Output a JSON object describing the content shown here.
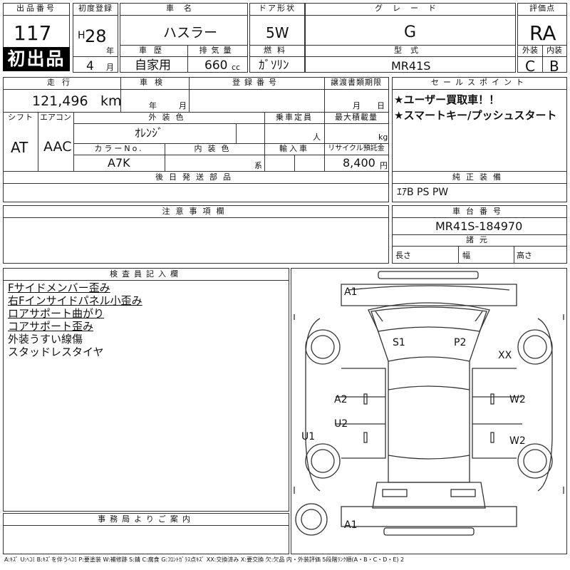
{
  "header": {
    "lot_no": {
      "label": "出品番号",
      "value": "117"
    },
    "first_listing": "初出品",
    "first_reg": {
      "label": "初度登録",
      "era": "H",
      "year": "28",
      "year_unit": "年",
      "month": "4",
      "month_unit": "月"
    },
    "car_name": {
      "label": "車名",
      "value": "ハスラー"
    },
    "car_history": {
      "label": "車歴",
      "value": "自家用"
    },
    "displacement": {
      "label": "排気量",
      "value": "660",
      "unit": "cc"
    },
    "door": {
      "label": "ドア形状",
      "value": "5W"
    },
    "fuel": {
      "label": "燃料",
      "value": "ｶﾞｿﾘﾝ"
    },
    "grade": {
      "label": "グレード",
      "value": "G"
    },
    "model_code": {
      "label": "型式",
      "value": "MR41S"
    },
    "score": {
      "label": "評価点",
      "value": "RA"
    },
    "exterior": {
      "label": "外装",
      "value": "C"
    },
    "interior": {
      "label": "内装",
      "value": "B"
    }
  },
  "details": {
    "mileage": {
      "label": "走行",
      "value": "121,496",
      "unit": "km"
    },
    "inspection": {
      "label": "車検",
      "year_unit": "年",
      "month_unit": "月"
    },
    "reg_no": {
      "label": "登録番号",
      "value": ""
    },
    "transfer_docs": {
      "label": "譲渡書類期限",
      "month_unit": "月",
      "day_unit": "日"
    },
    "shift": {
      "label": "シフト",
      "value": "AT"
    },
    "aircon": {
      "label": "エアコン",
      "value": "AAC"
    },
    "ext_color": {
      "label": "外装色",
      "value": "ｵﾚﾝｼﾞ"
    },
    "capacity": {
      "label": "乗車定員",
      "unit": "人"
    },
    "max_load": {
      "label": "最大積載量",
      "unit": "kg"
    },
    "color_no": {
      "label": "カラーNo.",
      "value": "A7K"
    },
    "int_color": {
      "label": "内装色",
      "unit": "系"
    },
    "import": {
      "label": "輸入車"
    },
    "recycle": {
      "label": "リサイクル預託金",
      "value": "8,400",
      "unit": "円"
    },
    "later_parts": {
      "label": "後日発送部品"
    }
  },
  "sales": {
    "label": "セールスポイント",
    "points": [
      "★ユーザー買取車！！",
      "★スマートキー/プッシュスタート"
    ]
  },
  "equipment": {
    "label": "純正装備",
    "value": "ｴｱB PS PW"
  },
  "notes": {
    "label": "注意事項欄"
  },
  "chassis": {
    "label": "車台番号",
    "value": "MR41S-184970"
  },
  "dimensions": {
    "label": "諸元",
    "length": "長さ",
    "width": "幅",
    "height": "高さ"
  },
  "inspector": {
    "label": "検査員記入欄",
    "items": [
      "Fサイドメンバー歪み",
      "右Fインサイドパネル小歪み",
      "ロアサポート曲がり",
      "コアサポート歪み",
      "外装うすい線傷",
      "スタッドレスタイヤ"
    ]
  },
  "office": {
    "label": "事務局よりご案内"
  },
  "diagram_marks": {
    "front_bumper": "A1",
    "rear_bumper": "A1",
    "windshield_left": "S1",
    "windshield_right": "P2",
    "right_front_fender": "XX",
    "left_front_door": "A2",
    "right_front_door": "W2",
    "left_rear_door": "U2",
    "left_quarter": "U1",
    "right_rear_door": "W2"
  },
  "legend": "A:ｷｽﾞ U:ﾍｺﾐ B:ｷｽﾞを伴うﾍｺﾐ P:要塗装 W:補修跡 S:錆 C:腐食 G:ﾌﾛﾝﾄｶﾞﾗｽ点ｷｽﾞ XX:交換済み X:要交換 欠:欠品 内・外装評価 5段階ﾗﾝｸ順(A・B・C・D・E) 2"
}
